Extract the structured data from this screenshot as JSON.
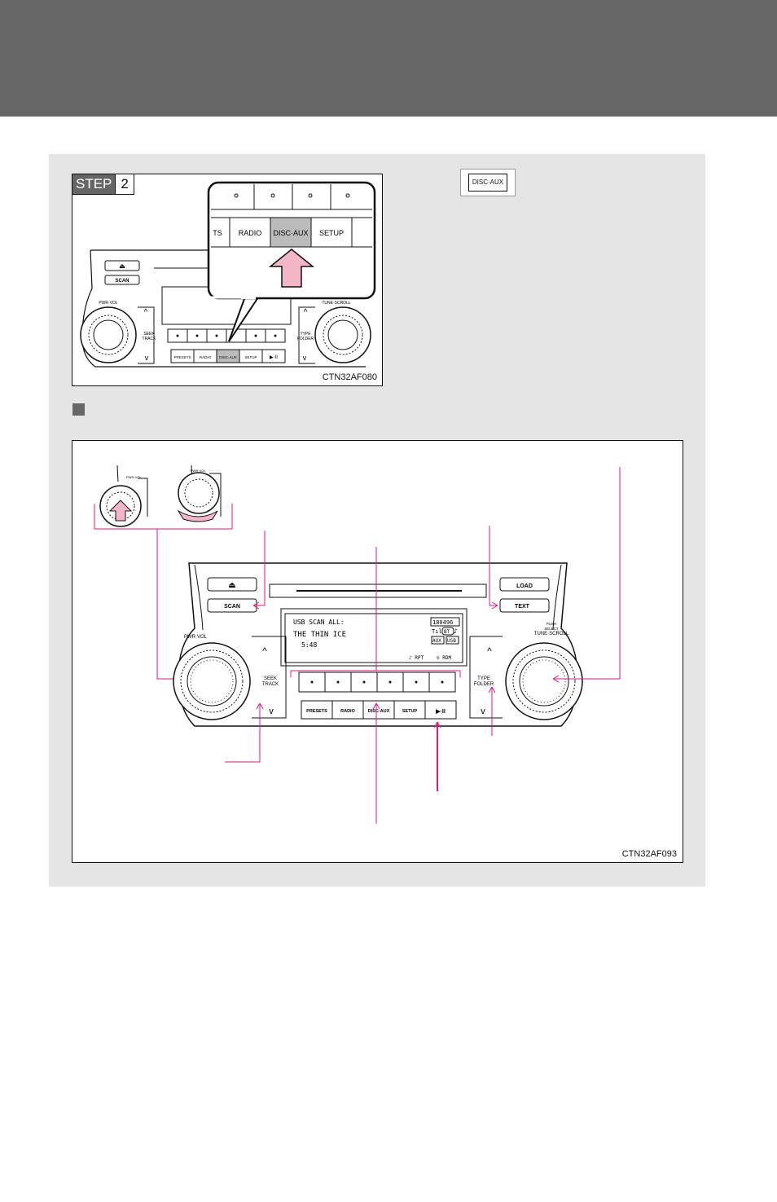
{
  "figure1": {
    "step_word": "STEP",
    "step_number": "2",
    "code": "CTN32AF080",
    "zoom_buttons": [
      "TS",
      "RADIO",
      "DISC·AUX",
      "SETUP"
    ],
    "unit_left_buttons": {
      "eject": "⏏",
      "scan": "SCAN"
    },
    "unit_labels": {
      "pwr_vol": "PWR·VOL",
      "seek_track_1": "SEEK",
      "seek_track_2": "TRACK",
      "type_folder_1": "TYPE",
      "type_folder_2": "FOLDER",
      "tune_scroll": "TUNE·SCROLL"
    },
    "unit_bottom_buttons": [
      "PRESETS",
      "RADIO",
      "DISC·AUX",
      "SETUP",
      "▶·II"
    ]
  },
  "key_icon_label": "DISC·AUX",
  "figure2": {
    "code": "CTN32AF093",
    "buttons": {
      "eject": "⏏",
      "scan": "SCAN",
      "load": "LOAD",
      "text": "TEXT"
    },
    "labels": {
      "pwr_vol": "PWR·VOL",
      "seek_1": "SEEK",
      "seek_2": "TRACK",
      "type_1": "TYPE",
      "type_2": "FOLDER",
      "push_1": "PUSH",
      "push_2": "SELECT",
      "tune_scroll": "TUNE·SCROLL",
      "mini_pwr": "PWR·VOL"
    },
    "display": {
      "line1": "USB SCAN ALL:",
      "line2": "THE THIN ICE",
      "line3": "5:48",
      "counter": "180496",
      "bt": "BT",
      "aux": "AUX",
      "usb": "USB",
      "rpt": "♪ RPT",
      "rdm": "⊙ RDM"
    },
    "bottom_buttons": [
      "PRESETS",
      "RADIO",
      "DISC·AUX",
      "SETUP",
      "▶·II"
    ]
  },
  "colors": {
    "header": "#666666",
    "panel": "#e5e5e5",
    "accent": "#e0187f",
    "arrow_fill": "#f3b6c8"
  }
}
